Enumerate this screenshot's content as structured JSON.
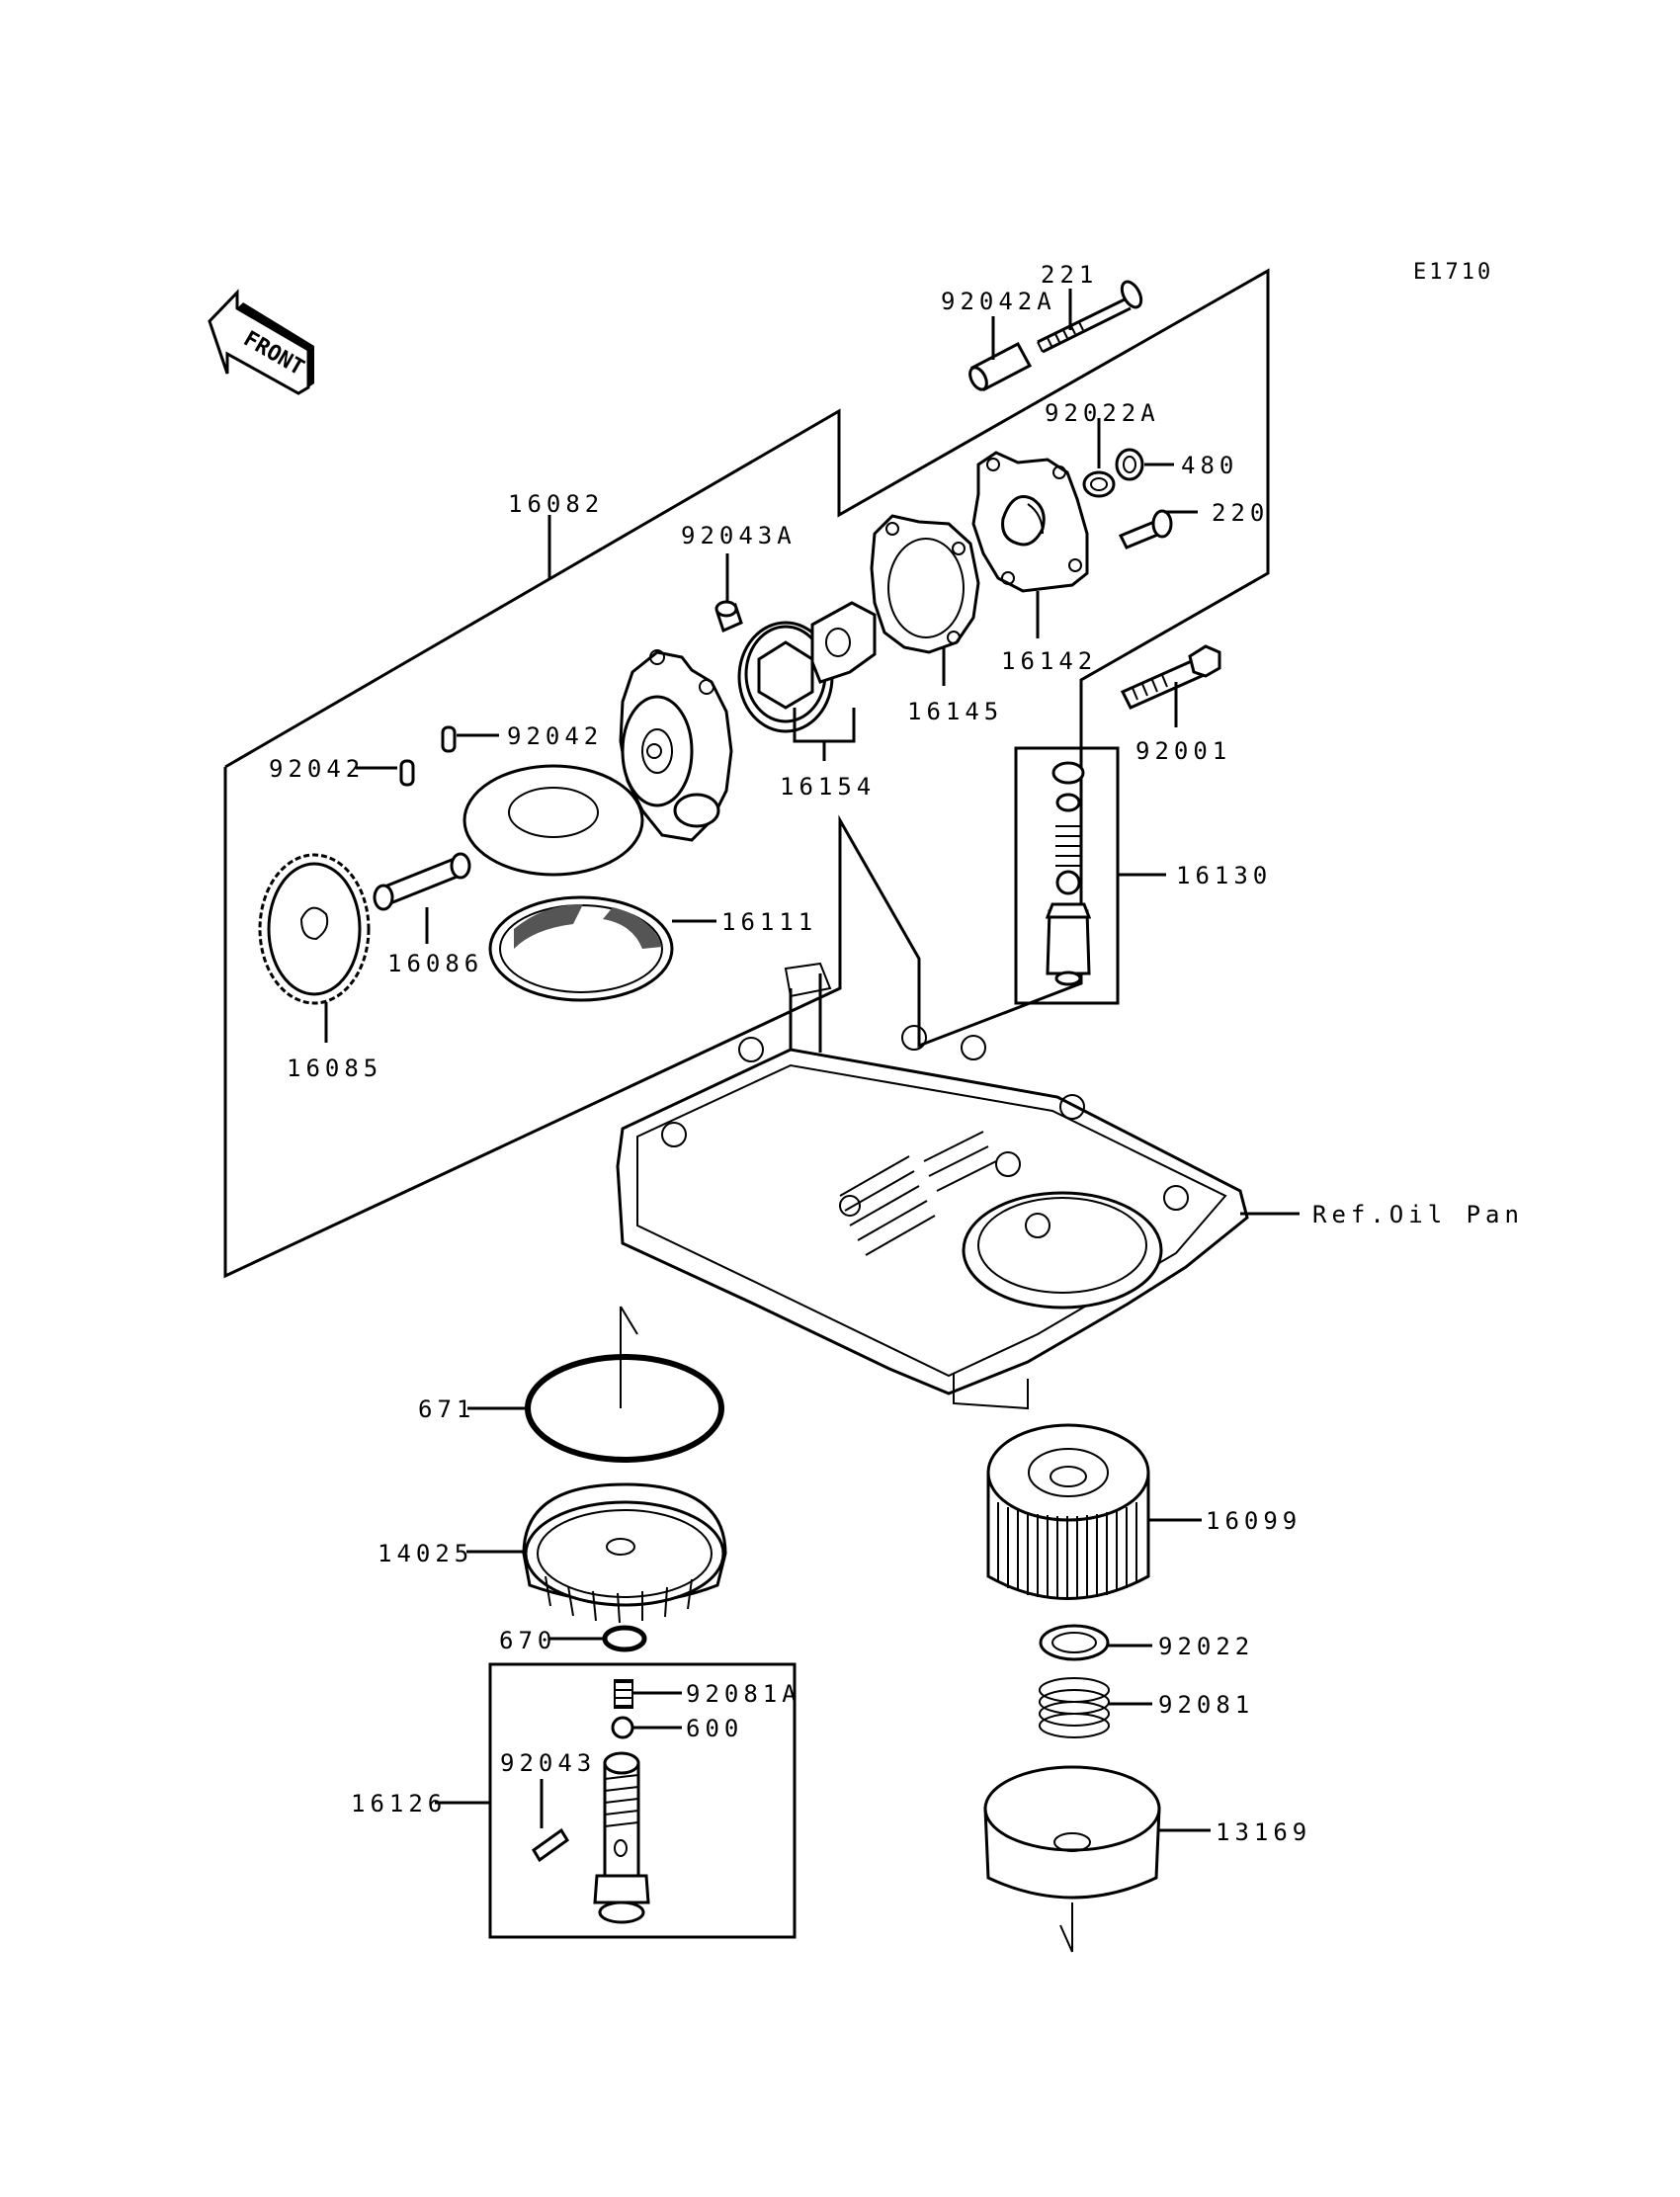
{
  "diagram_ref": "E1710",
  "front_label": "FRONT",
  "labels": {
    "p221": "221",
    "p92042A": "92042A",
    "p92022A": "92022A",
    "p480": "480",
    "p220": "220",
    "p16082": "16082",
    "p92043A": "92043A",
    "p16142": "16142",
    "p16145": "16145",
    "p92001": "92001",
    "p92042a": "92042",
    "p92042b": "92042",
    "p16154": "16154",
    "p16130": "16130",
    "p16111": "16111",
    "p16086": "16086",
    "p16085": "16085",
    "ref_oil_pan": "Ref.Oil Pan",
    "p671": "671",
    "p16099": "16099",
    "p14025": "14025",
    "p670": "670",
    "p92022": "92022",
    "p92081A": "92081A",
    "p600": "600",
    "p92081": "92081",
    "p92043": "92043",
    "p16126": "16126",
    "p13169": "13169"
  },
  "icons": [
    "front-arrow-icon",
    "oil-pump-group",
    "oil-pan-icon",
    "oil-filter-icon"
  ]
}
